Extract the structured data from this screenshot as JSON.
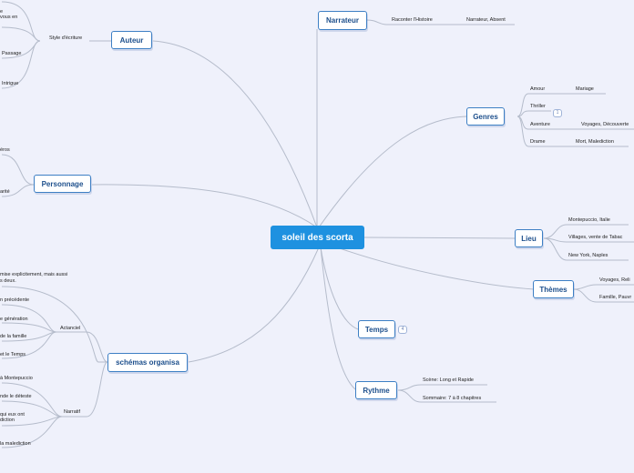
{
  "central": {
    "label": "soleil des scorta"
  },
  "branches": {
    "narrateur": "Narrateur",
    "auteur": "Auteur",
    "personnage": "Personnage",
    "schemas": "schémas organisa",
    "genres": "Genres",
    "lieu": "Lieu",
    "themes": "Thèmes",
    "temps": "Temps",
    "rythme": "Rythme"
  },
  "narrateur_children": [
    "Raconter l'Histoire",
    "Narrateur, Absent"
  ],
  "auteur_children": {
    "style": "Style d'écriture",
    "items": [
      "e",
      "vous en",
      "Passage",
      "Intrigue"
    ]
  },
  "personnage_children": [
    "éros",
    "arité"
  ],
  "genres_children": {
    "amour": "Amour",
    "mariage": "Mariage",
    "thriller": "Thriller",
    "thriller_count": "1",
    "aventure": "Aventure",
    "voyages": "Voyages, Découverte",
    "drame": "Drame",
    "mort": "Mort, Malediction"
  },
  "lieu_children": [
    "Montepuccio, Italie",
    "Villages, vente de Tabac",
    "New York, Naples"
  ],
  "themes_children": [
    "Voyages, Reli",
    "Famille, Pauvr"
  ],
  "temps_badge": "4",
  "rythme_children": [
    "Scène: Long et Rapide",
    "Sommaire: 7 à 8 chapitres"
  ],
  "schemas_children": {
    "intro_line1": "mise explicitement, mais aussi",
    "intro_line2": "s deux.",
    "actanciel": "Actanciel",
    "actanciel_items": [
      "n précédente",
      "e génération",
      "de la famille",
      "et le Temps"
    ],
    "narratif": "Narratif",
    "narratif_items": [
      "à Montepuccio",
      "nde le déteste",
      "qui eux ont",
      "diction",
      "la malediction"
    ]
  }
}
